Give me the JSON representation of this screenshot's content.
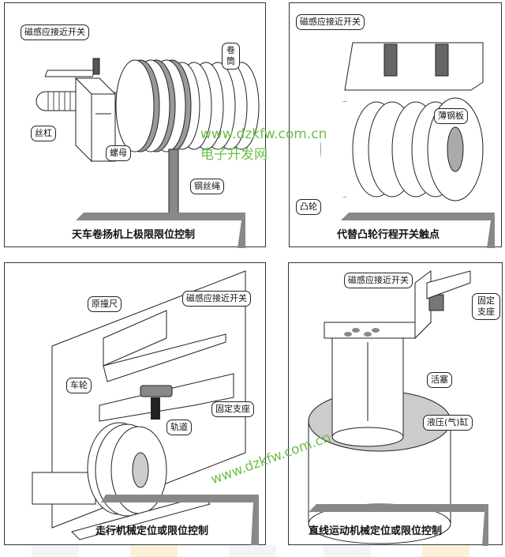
{
  "panels": [
    {
      "caption": "天车卷扬机上极限限位控制",
      "labels": {
        "sensor": "磁感应接近开关",
        "drum": "卷筒",
        "screw": "丝杠",
        "nut": "螺母",
        "rope": "钢丝绳"
      }
    },
    {
      "caption": "代替凸轮行程开关触点",
      "labels": {
        "sensor": "磁感应接近开关",
        "plate": "薄钢板",
        "cam": "凸轮"
      }
    },
    {
      "caption": "走行机械定位或限位控制",
      "labels": {
        "ruler": "原撞尺",
        "sensor": "磁感应接近开关",
        "wheel": "车轮",
        "track": "轨道",
        "bracket": "固定支座"
      }
    },
    {
      "caption": "直线运动机械定位或限位控制",
      "labels": {
        "sensor": "磁感应接近开关",
        "bracket": "固定支座",
        "piston": "活塞",
        "cylinder": "液压(气)缸"
      }
    }
  ],
  "watermark": {
    "url": "www.dzkfw.com.cn",
    "name": "电子开发网",
    "color": "#6cc04a"
  }
}
